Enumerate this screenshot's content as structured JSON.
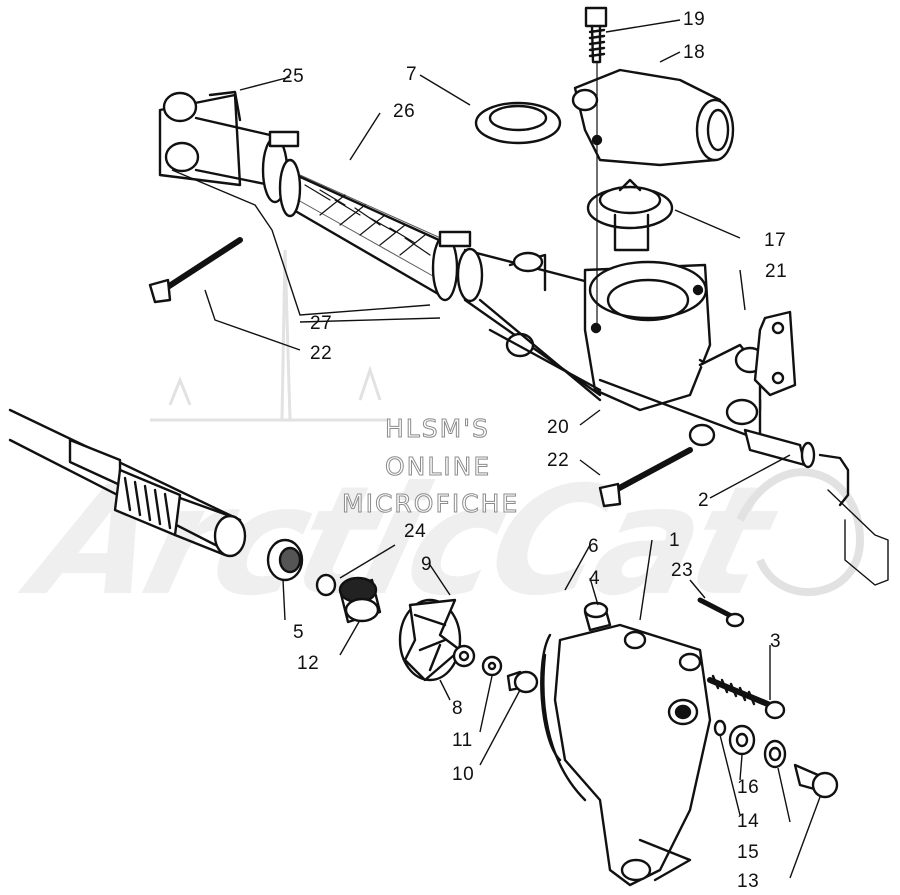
{
  "diagram": {
    "watermark": {
      "line1": "HLSM'S",
      "line2": "ONLINE",
      "line3": "MICROFICHE",
      "brand": "ArcticCat"
    },
    "callouts": [
      "1",
      "2",
      "3",
      "4",
      "5",
      "6",
      "7",
      "8",
      "9",
      "10",
      "11",
      "12",
      "13",
      "14",
      "15",
      "16",
      "17",
      "18",
      "19",
      "20",
      "21",
      "22",
      "22",
      "23",
      "24",
      "25",
      "26",
      "27"
    ]
  },
  "colors": {
    "ink": "#111111",
    "watermark_gray": "#d9d9d9",
    "paper": "#ffffff"
  }
}
